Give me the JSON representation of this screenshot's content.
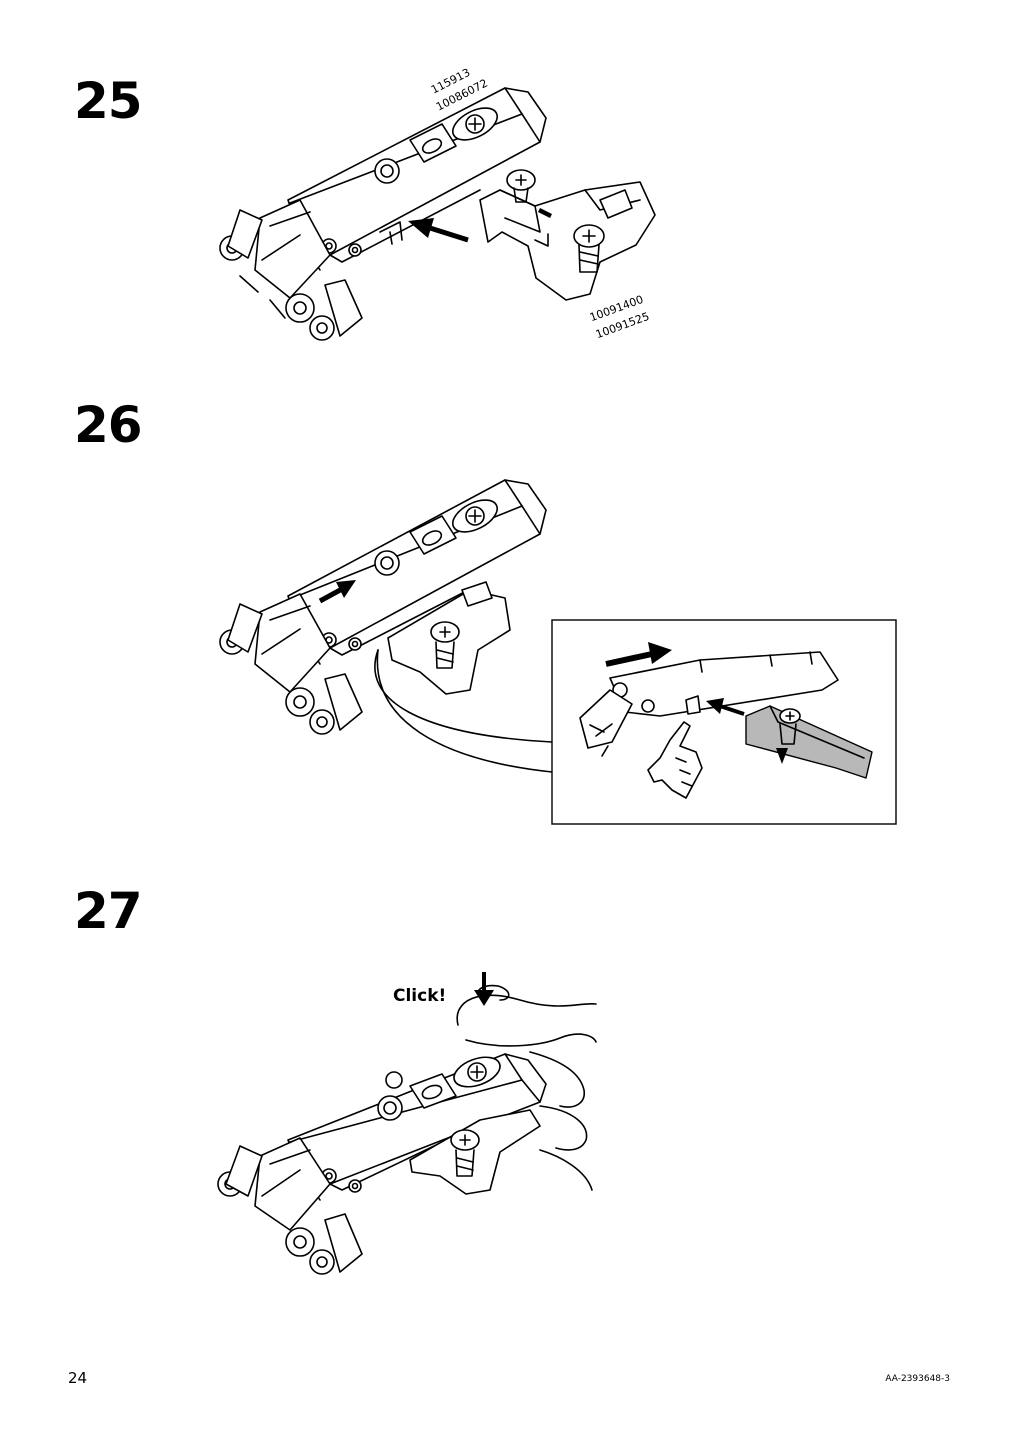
{
  "steps": [
    {
      "number": "25",
      "part_codes": [
        "115913",
        "10086072",
        "10091400",
        "10091525"
      ]
    },
    {
      "number": "26"
    },
    {
      "number": "27",
      "callout": "Click!"
    }
  ],
  "footer": {
    "page_number": "24",
    "doc_code": "AA-2393648-3"
  }
}
